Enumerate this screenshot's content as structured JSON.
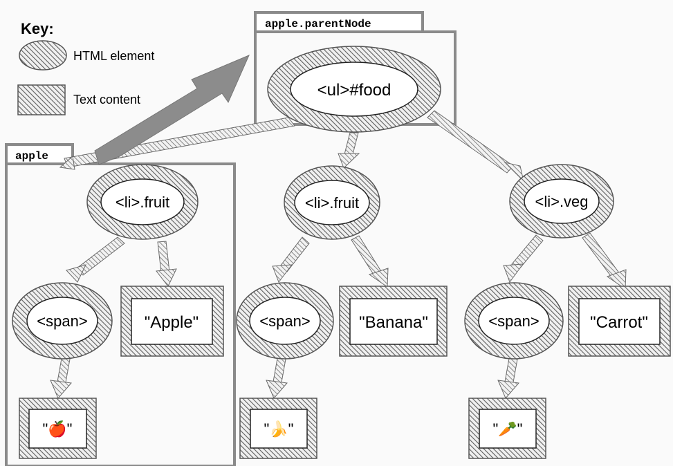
{
  "key": {
    "title": "Key:",
    "element_label": "HTML element",
    "text_label": "Text content"
  },
  "boxes": {
    "parent_tag": "apple.parentNode",
    "apple_tag": "apple"
  },
  "tree": {
    "root": "<ul>#food",
    "li_fruit_1": "<li>.fruit",
    "li_fruit_2": "<li>.fruit",
    "li_veg": "<li>.veg",
    "span_1": "<span>",
    "span_2": "<span>",
    "span_3": "<span>",
    "text_apple": "\"Apple\"",
    "text_banana": "\"Banana\"",
    "text_carrot": "\"Carrot\"",
    "text_apple_emoji": "\"🍎\"",
    "text_banana_emoji": "\"🍌\"",
    "text_carrot_emoji": "\"🥕\""
  },
  "colors": {
    "hatch": "#666666",
    "box_stroke": "#8a8a8a",
    "big_arrow": "#8c8c8c",
    "background": "#fafafa"
  }
}
